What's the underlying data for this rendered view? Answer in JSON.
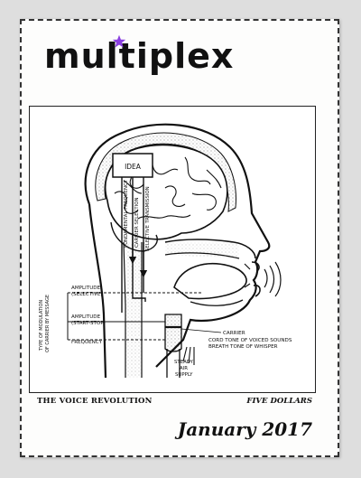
{
  "cover": {
    "masthead": "multiplex",
    "kicker": "THE VOICE REVOLUTION",
    "price": "FIVE DOLLARS",
    "issue_date": "January 2017",
    "accent_color": "#8a3fe0"
  },
  "diagram": {
    "idea_box": "IDEA",
    "channels": [
      "FUNDAMENTAL FREQUENCY",
      "CARRIER SELECTION",
      "SELECTIVE TRANSMISSION"
    ],
    "modulation_type_line1": "TYPE OF MODULATION",
    "modulation_type_line2": "OF CARRIER BY MESSAGE",
    "amplitude_selective_1": "AMPLITUDE",
    "amplitude_selective_2": "(SELECTIVE)",
    "amplitude_startstop_1": "AMPLITUDE",
    "amplitude_startstop_2": "(START-STOP)",
    "frequency": "FREQUENCY",
    "carrier": "CARRIER",
    "cord_tone": "CORD TONE OF VOICED SOUNDS",
    "breath_tone": "BREATH TONE OF WHISPER",
    "air_supply_1": "STEADY",
    "air_supply_2": "AIR",
    "air_supply_3": "SUPPLY"
  }
}
